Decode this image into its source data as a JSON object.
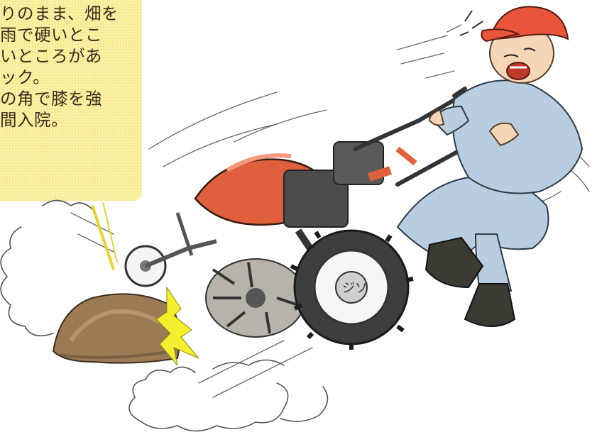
{
  "caption": {
    "lines": [
      "りのまま、畑を",
      "雨で硬いとこ",
      "いところがあ",
      "ック。",
      "の角で膝を強",
      "間入院。"
    ]
  },
  "illustration": {
    "wheel_text": "ジソ",
    "colors": {
      "background": "#ffffff",
      "caption_bg": "#fbf1a6",
      "tiller_red": "#e0603d",
      "overall_blue": "#b9cde0",
      "boot": "#3b3b34",
      "cap": "#e8553a",
      "rock": "#9b7a55",
      "spark": "#f3ef2c"
    }
  }
}
